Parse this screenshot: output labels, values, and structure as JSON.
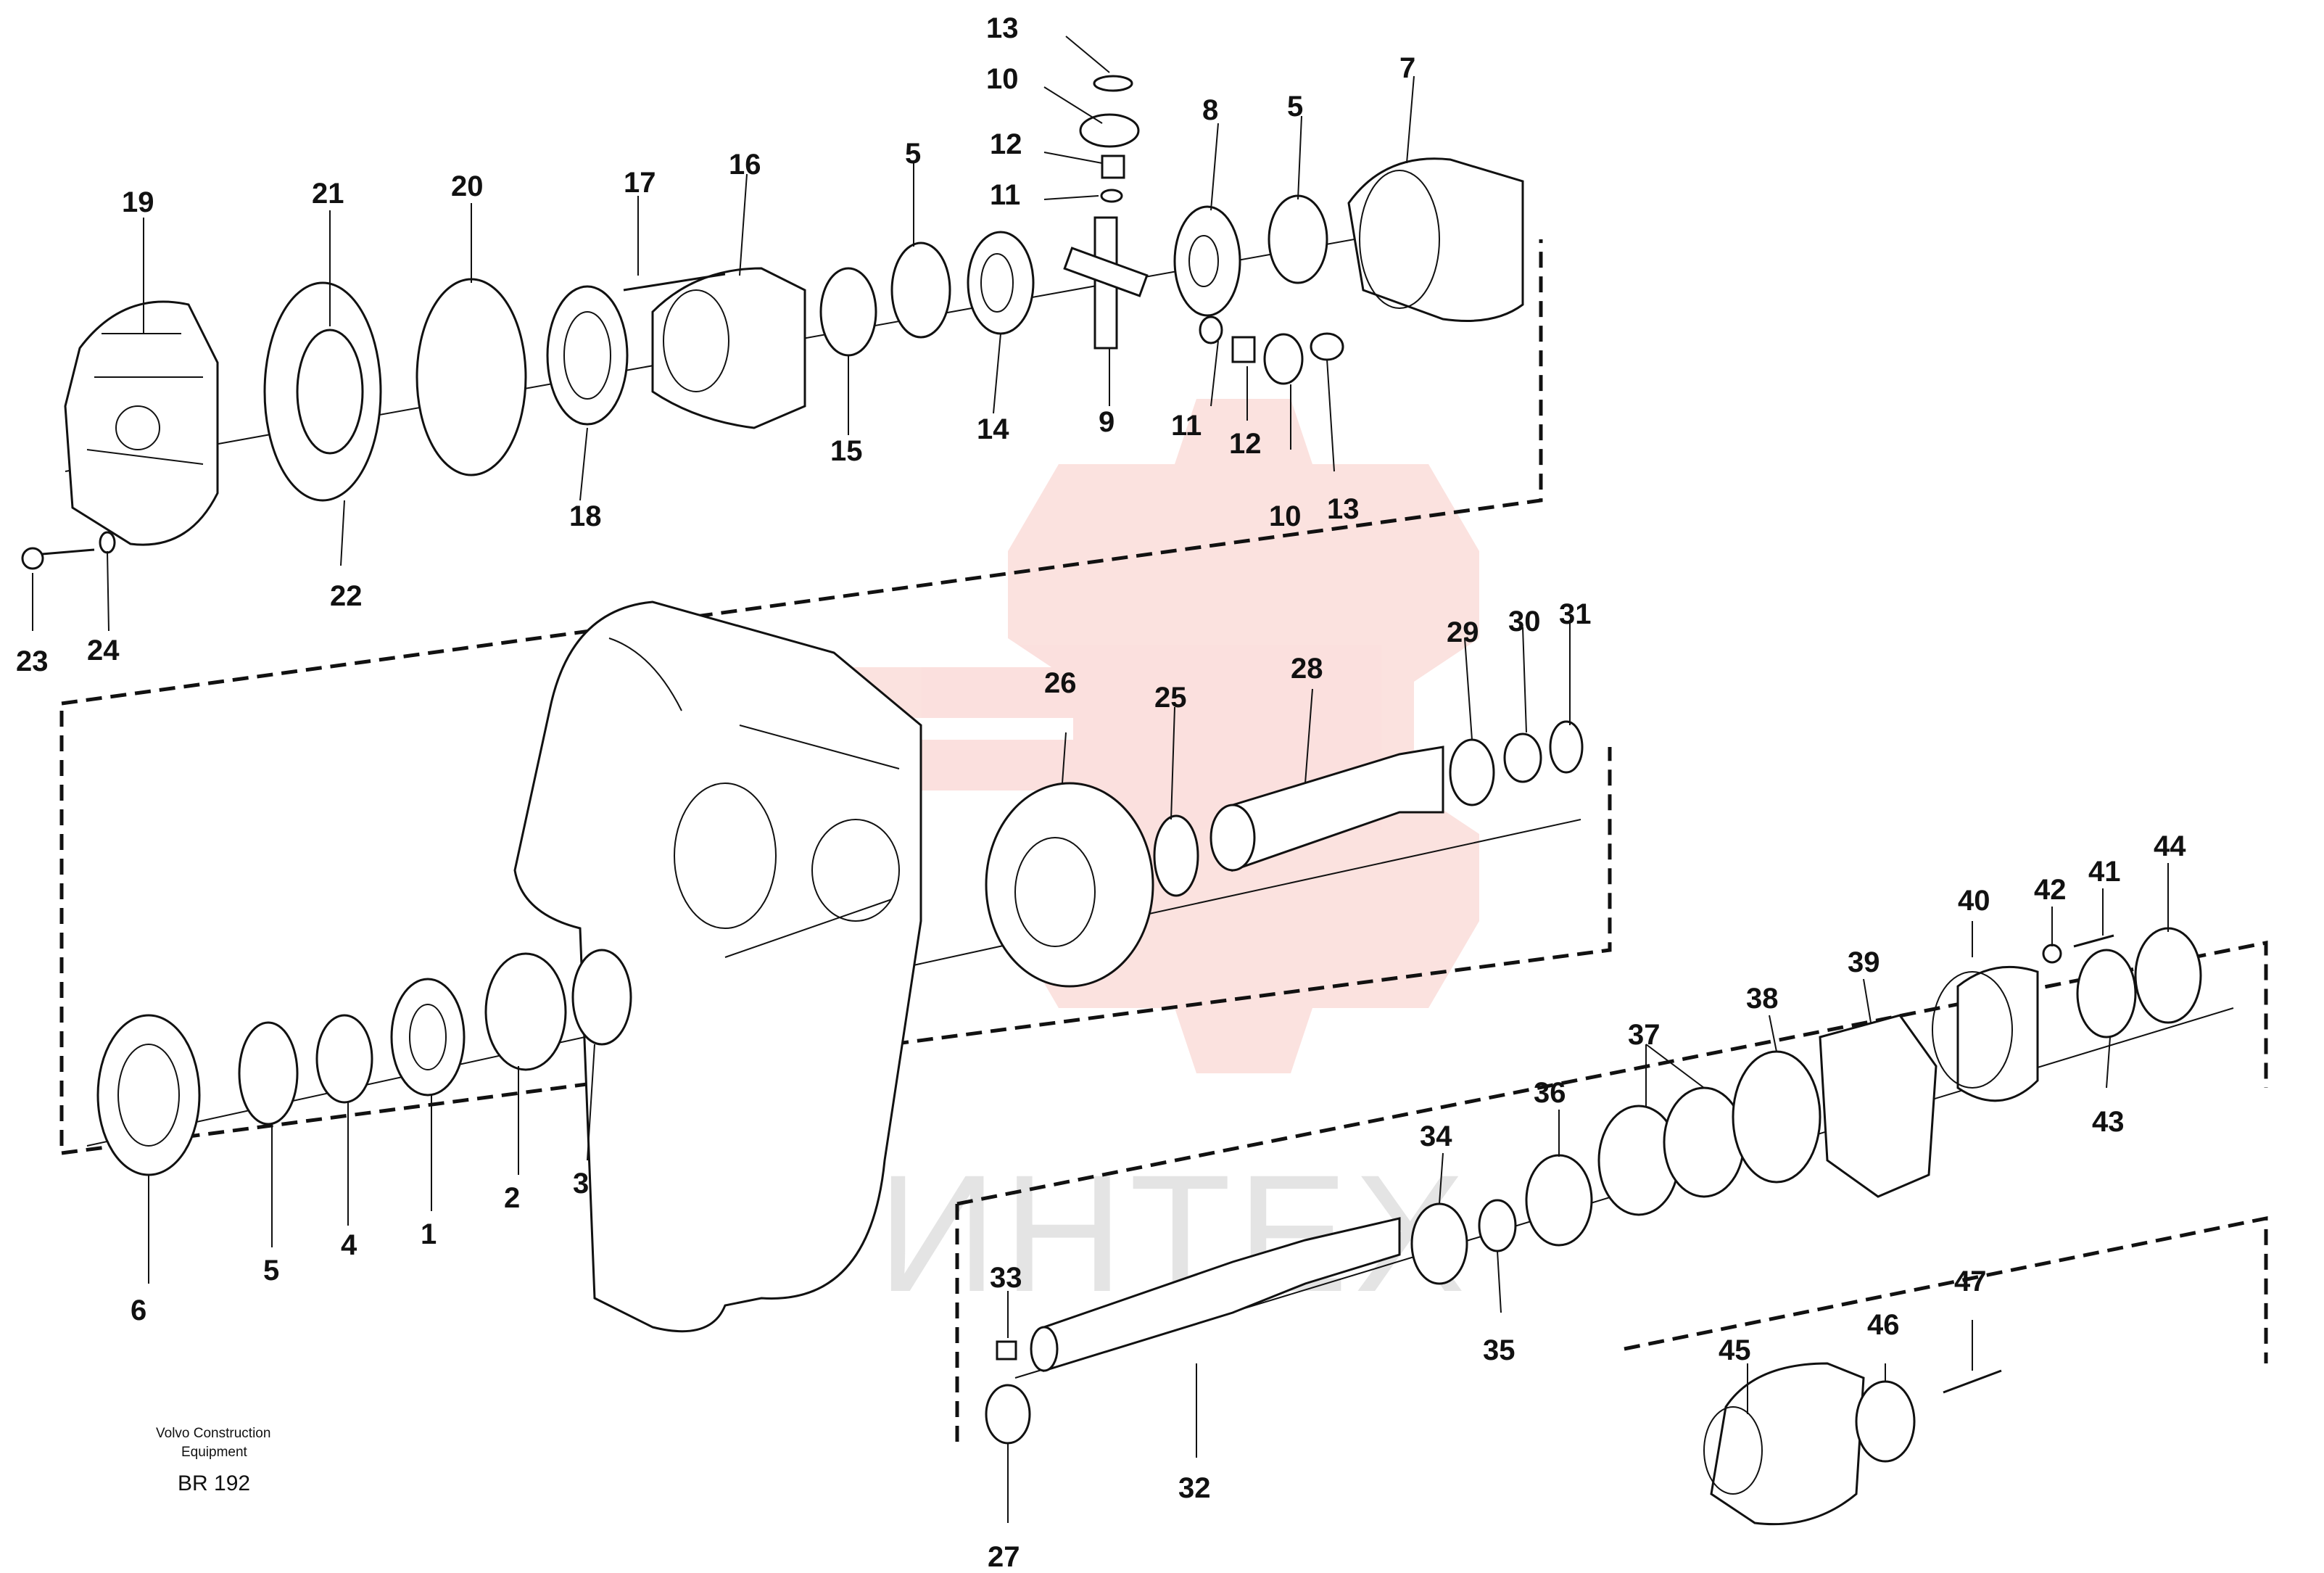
{
  "footer": {
    "company_line1": "Volvo Construction",
    "company_line2": "Equipment",
    "code": "BR 192"
  },
  "watermark": {
    "text": "ИНТЕХ",
    "color": "#e8483a"
  },
  "callouts": {
    "c1": "1",
    "c2": "2",
    "c3": "3",
    "c4": "4",
    "c5a": "5",
    "c5b": "5",
    "c5c": "5",
    "c6": "6",
    "c7": "7",
    "c8": "8",
    "c9": "9",
    "c10a": "10",
    "c10b": "10",
    "c11a": "11",
    "c11b": "11",
    "c12a": "12",
    "c12b": "12",
    "c13a": "13",
    "c13b": "13",
    "c14": "14",
    "c15": "15",
    "c16": "16",
    "c17": "17",
    "c18": "18",
    "c19": "19",
    "c20": "20",
    "c21": "21",
    "c22": "22",
    "c23": "23",
    "c24": "24",
    "c25": "25",
    "c26": "26",
    "c27": "27",
    "c28": "28",
    "c29": "29",
    "c30": "30",
    "c31": "31",
    "c32": "32",
    "c33": "33",
    "c34": "34",
    "c35": "35",
    "c36": "36",
    "c37": "37",
    "c38": "38",
    "c39": "39",
    "c40": "40",
    "c41": "41",
    "c42": "42",
    "c43": "43",
    "c44": "44",
    "c45": "45",
    "c46": "46",
    "c47": "47"
  }
}
